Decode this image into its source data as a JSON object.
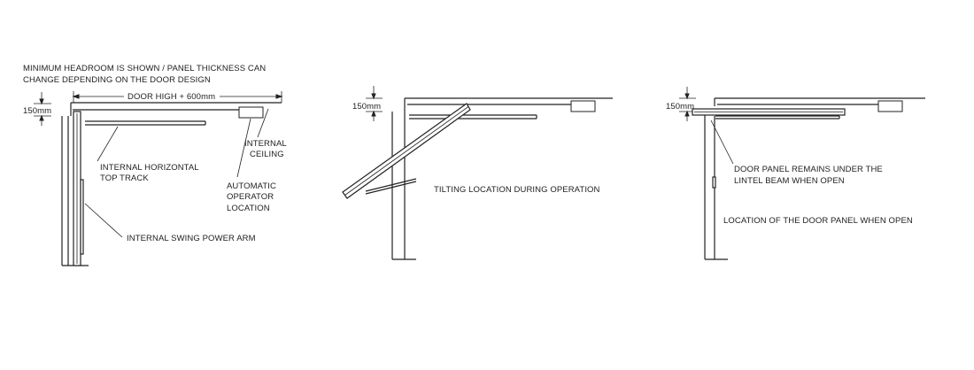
{
  "diagram1": {
    "note_line1": "MINIMUM HEADROOM IS SHOWN / PANEL THICKNESS CAN",
    "note_line2": "CHANGE DEPENDING ON THE DOOR DESIGN",
    "door_high_dim": "DOOR HIGH + 600mm",
    "headroom_dim": "150mm",
    "ceiling_line1": "INTERNAL",
    "ceiling_line2": "CEILING",
    "track_line1": "INTERNAL HORIZONTAL",
    "track_line2": "TOP TRACK",
    "operator_line1": "AUTOMATIC",
    "operator_line2": "OPERATOR",
    "operator_line3": "LOCATION",
    "arm_label": "INTERNAL SWING POWER ARM"
  },
  "diagram2": {
    "headroom_dim": "150mm",
    "tilt_label": "TILTING LOCATION DURING OPERATION"
  },
  "diagram3": {
    "headroom_dim": "150mm",
    "remains_line1": "DOOR PANEL REMAINS UNDER THE",
    "remains_line2": "LINTEL BEAM WHEN OPEN",
    "open_label": "LOCATION OF THE DOOR PANEL WHEN OPEN"
  }
}
